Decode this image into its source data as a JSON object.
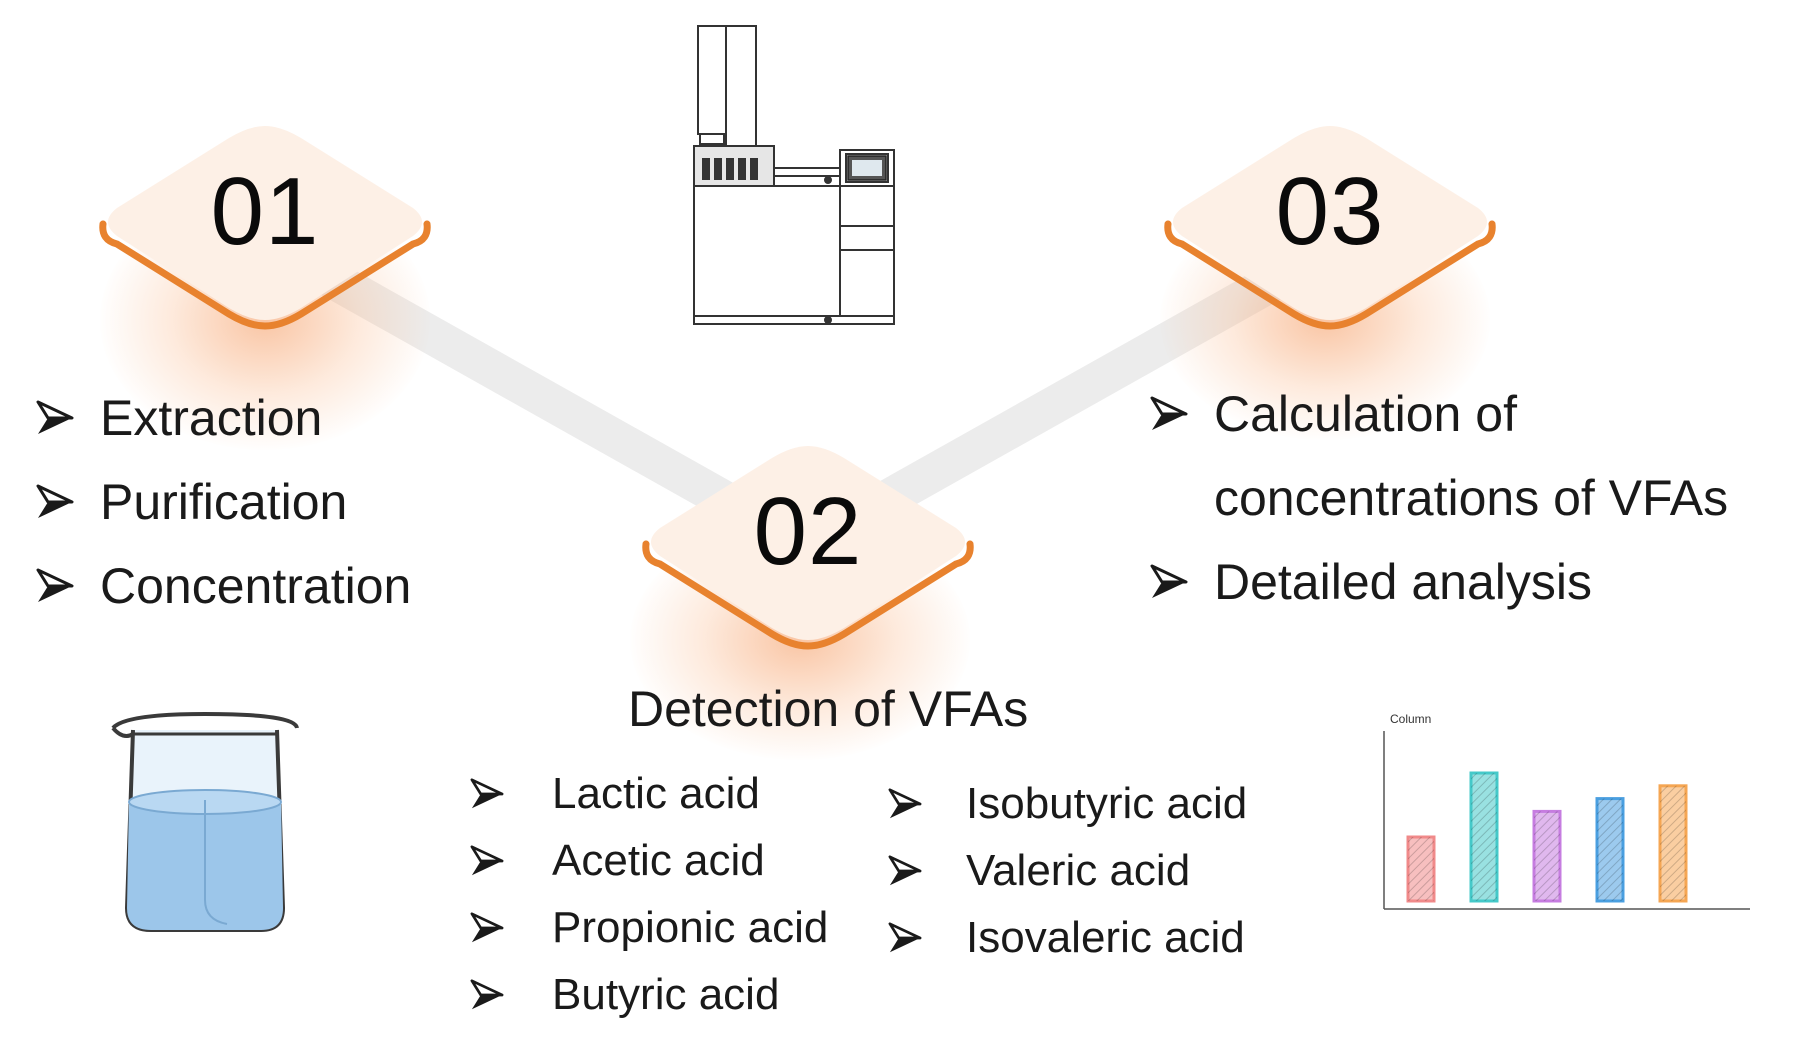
{
  "steps": [
    {
      "number": "01",
      "items": [
        "Extraction",
        "Purification",
        "Concentration"
      ]
    },
    {
      "number": "02",
      "title": "Detection of VFAs",
      "items_left": [
        "Lactic acid",
        "Acetic acid",
        "Propionic acid",
        "Butyric acid"
      ],
      "items_right": [
        "Isobutyric acid",
        "Valeric acid",
        "Isovaleric acid"
      ]
    },
    {
      "number": "03",
      "items": [
        "Calculation of concentrations of VFAs",
        "Detailed analysis"
      ]
    }
  ],
  "chart_data": {
    "type": "bar",
    "title": "Column",
    "categories": [
      "",
      "",
      "",
      "",
      ""
    ],
    "values": [
      5,
      10,
      7,
      8,
      9
    ],
    "colors": [
      "#f08a8a",
      "#45c9c9",
      "#c67de0",
      "#4a9fe0",
      "#f5a653"
    ]
  },
  "colors": {
    "accent": "#e8822e",
    "diamond_fill": "#fdf0e6",
    "connector": "#ececec"
  },
  "icons": [
    "gas-chromatograph-icon",
    "beaker-icon",
    "bar-chart-icon",
    "arrow-bullet-icon"
  ]
}
